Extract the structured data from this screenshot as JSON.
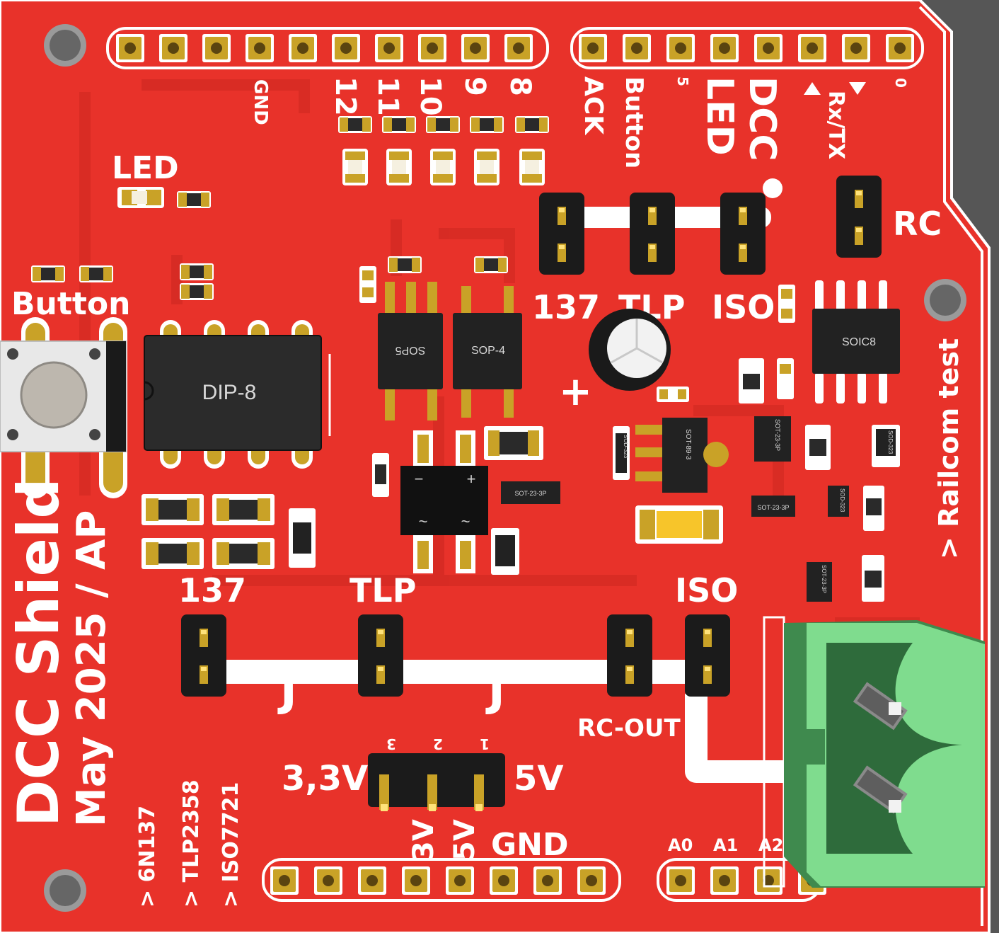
{
  "board": {
    "title": "DCC Shield",
    "subtitle": "May 2025 / AP",
    "variants": [
      "> 6N137",
      "> TLP2358",
      "> ISO7721"
    ],
    "railcom_test": "> Railcom test"
  },
  "headers": {
    "top_labels": [
      "GND",
      "12",
      "11",
      "10",
      "9",
      "8",
      "ACK",
      "Button",
      "5",
      "DCC",
      "LED",
      "Rx/TX",
      "0"
    ],
    "bottom_labels": [
      "3V",
      "5V",
      "GND"
    ],
    "analog_labels": [
      "A0",
      "A1",
      "A2"
    ]
  },
  "labels": {
    "led": "LED",
    "button": "Button",
    "j137_top": "137",
    "tlp_top": "TLP",
    "iso_top": "ISO",
    "rc": "RC",
    "j137_bottom": "137",
    "tlp_bottom": "TLP",
    "iso_bottom": "ISO",
    "rc_out": "RC-OUT",
    "v33": "3,3V",
    "v5": "5V",
    "sel_pins": [
      "3",
      "2",
      "1"
    ],
    "j_marks": [
      "J",
      "J"
    ]
  },
  "chips": {
    "dip8": "DIP-8",
    "sop5": "SOP5",
    "sop4": "SOP-4",
    "soic8": "SOIC8",
    "sot89": "SOT-89-3",
    "sot23a": "SOT-23-3P",
    "sot23b": "SOT-23-3P",
    "sot23c": "SOT-23-3P",
    "sot23d": "SOT-23-3P",
    "sod323a": "SOD-323",
    "sod323b": "SOD-323",
    "sod323c": "SOD-323",
    "bridge_plus": "+",
    "bridge_minus": "−",
    "bridge_ac1": "~",
    "bridge_ac2": "~",
    "cap_plus": "+"
  },
  "colors": {
    "pcb": "#e8322a",
    "silkscreen": "#ffffff",
    "copper": "#c9a227",
    "terminal": "#7fdc8e"
  }
}
